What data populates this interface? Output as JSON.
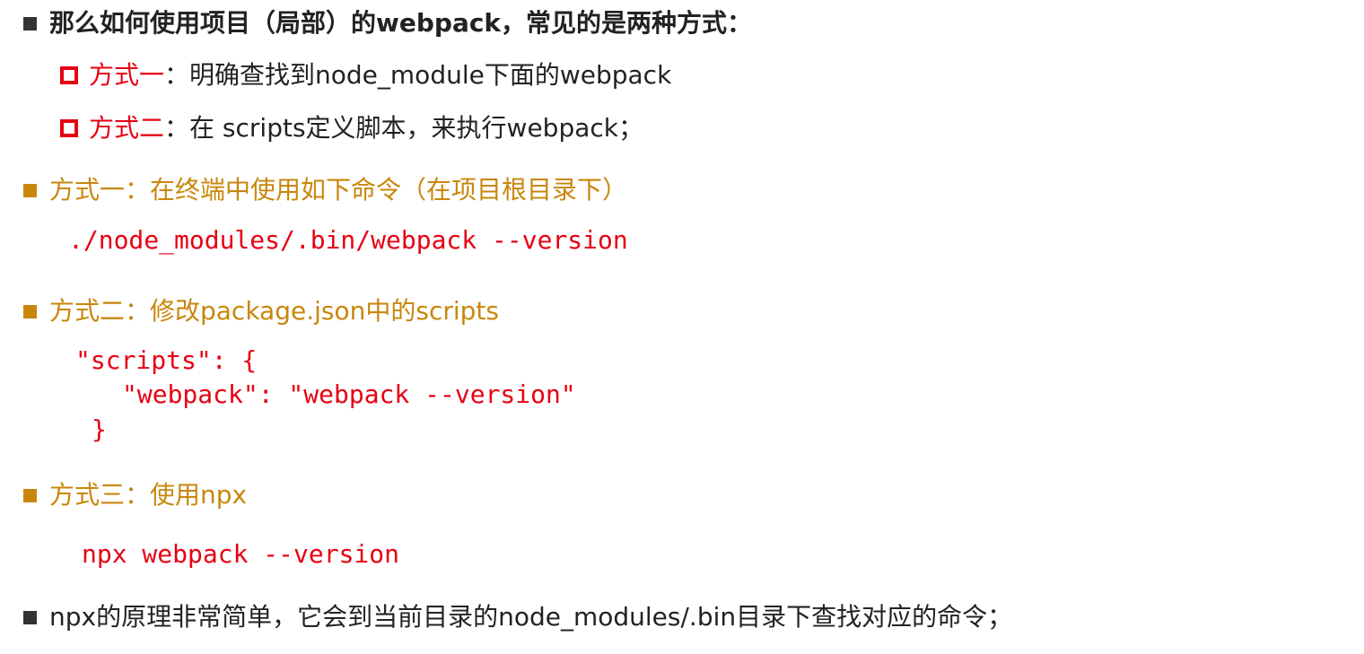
{
  "heading": {
    "text": "那么如何使用项目（局部）的webpack，常见的是两种方式："
  },
  "methods_intro": [
    {
      "label": "方式一",
      "sep": "：",
      "text": "明确查找到node_module下面的webpack"
    },
    {
      "label": "方式二",
      "sep": "：",
      "text": "在 scripts定义脚本，来执行webpack；"
    }
  ],
  "method1": {
    "title": "方式一：在终端中使用如下命令（在项目根目录下）",
    "code": "./node_modules/.bin/webpack --version"
  },
  "method2": {
    "title": "方式二：修改package.json中的scripts",
    "code_lines": [
      "\"scripts\": {",
      "\"webpack\": \"webpack --version\"",
      "}"
    ]
  },
  "method3": {
    "title": "方式三：使用npx",
    "code": "npx webpack --version"
  },
  "footer": {
    "text": "npx的原理非常简单，它会到当前目录的node_modules/.bin目录下查找对应的命令；"
  },
  "colors": {
    "accent_red": "#e60012",
    "accent_gold": "#c8870b",
    "text_dark": "#222222"
  }
}
